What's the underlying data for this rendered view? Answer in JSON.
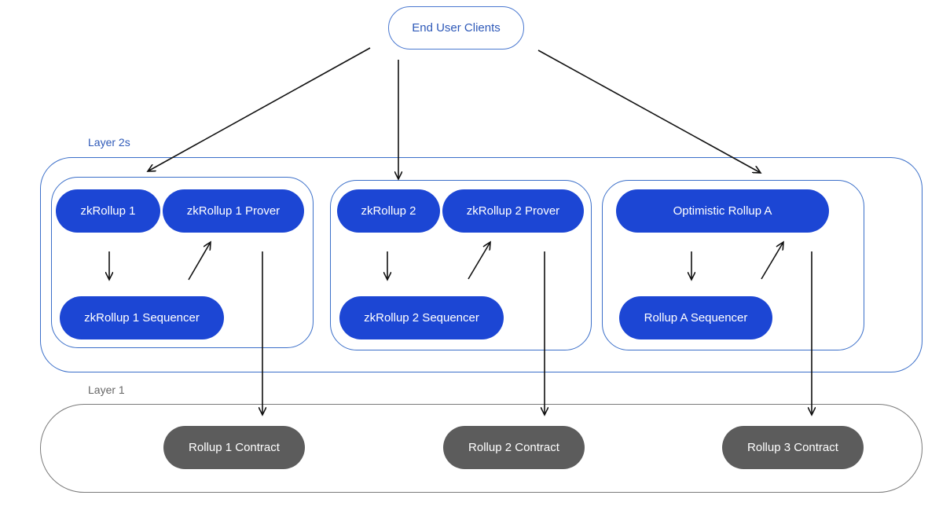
{
  "diagram": {
    "top_node": "End User Clients",
    "layer2": {
      "label": "Layer 2s",
      "groups": [
        {
          "rollup": "zkRollup 1",
          "prover": "zkRollup 1 Prover",
          "sequencer": "zkRollup 1 Sequencer"
        },
        {
          "rollup": "zkRollup 2",
          "prover": "zkRollup 2 Prover",
          "sequencer": "zkRollup 2 Sequencer"
        },
        {
          "rollup": "Optimistic Rollup A",
          "sequencer": "Rollup A Sequencer"
        }
      ]
    },
    "layer1": {
      "label": "Layer 1",
      "contracts": [
        "Rollup 1 Contract",
        "Rollup 2 Contract",
        "Rollup 3 Contract"
      ]
    }
  },
  "colors": {
    "node_blue": "#1c46d4",
    "contract_gray": "#5c5c5c",
    "frame_blue": "#3b6fc9",
    "label_blue": "#2e59b8",
    "label_gray": "#666666"
  }
}
